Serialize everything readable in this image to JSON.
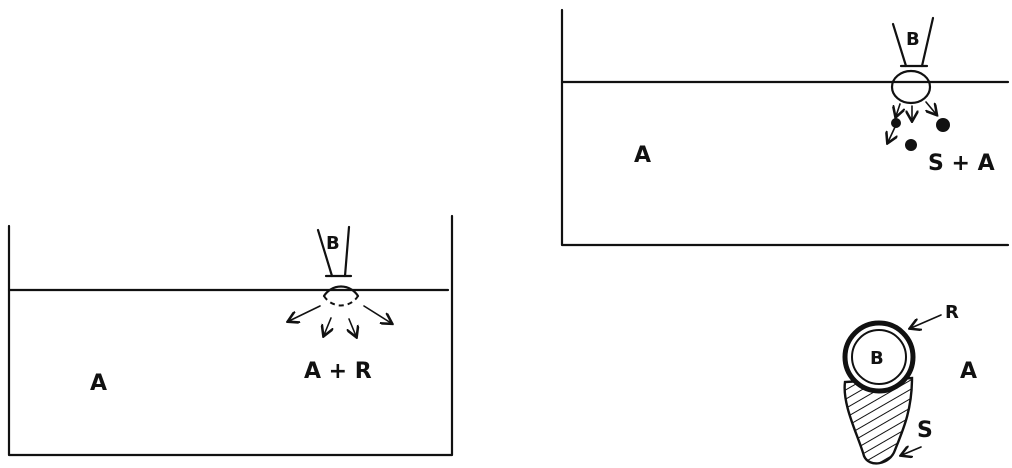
{
  "panel_1": {
    "liquid_label": "A",
    "drop_label": "B",
    "mixture_label": "A + R"
  },
  "panel_2": {
    "liquid_label": "A",
    "drop_label": "B",
    "mixture_label": "S + A"
  },
  "panel_3": {
    "particle_label": "B",
    "layer_label": "R",
    "medium_label": "A",
    "trail_label": "S"
  }
}
